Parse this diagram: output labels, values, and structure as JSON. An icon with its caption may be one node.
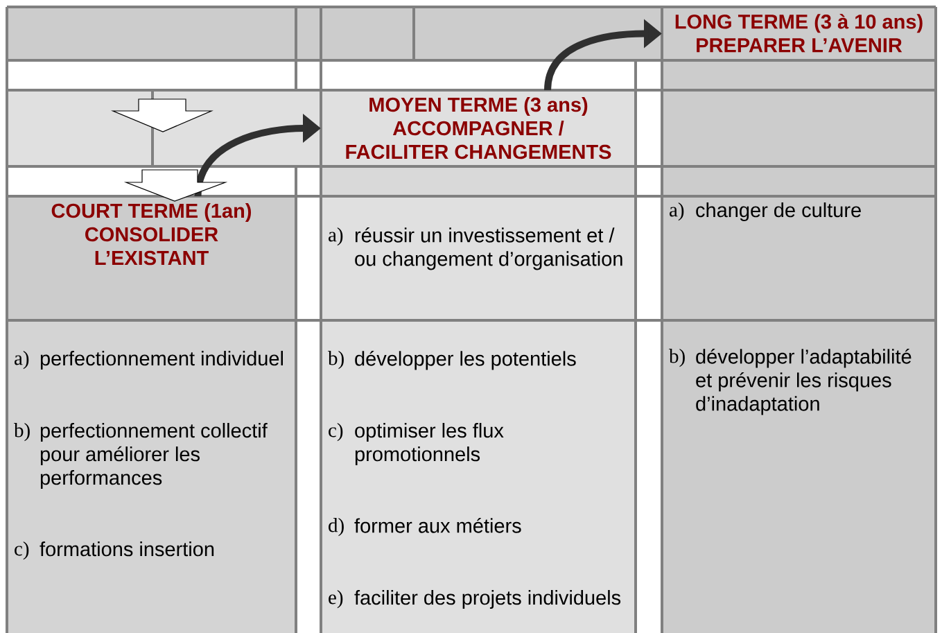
{
  "diagram": {
    "nodes": [
      {
        "text": [
          "LONG TERME (3 à 10 ans) PREPARER L’AVENIR"
        ]
      },
      {
        "text": [
          "MOYEN TERME (3 ans) ACCOMPAGNER / FACILITER CHANGEMENTS"
        ]
      },
      {
        "text": [
          "COURT TERME (1an) CONSOLIDER L’EXISTANT"
        ]
      },
      {
        "text": [
          "a)",
          "réussir un investissement et / ou changement d’organisation"
        ]
      },
      {
        "text": [
          "a)",
          "changer de culture"
        ]
      },
      {
        "text": [
          "a)",
          "perfectionnement individuel",
          "b)",
          "perfectionnement collectif pour améliorer les performances",
          "c)",
          "formations insertion"
        ]
      },
      {
        "text": [
          "b)",
          "développer les potentiels",
          "c)",
          "optimiser les flux promotionnels",
          "d)",
          "former aux métiers",
          "e)",
          "faciliter des projets individuels"
        ]
      },
      {
        "text": [
          "b)",
          "développer l’adaptabilité et prévenir les risques d’inadaptation"
        ]
      }
    ],
    "edges": [
      {
        "from": 2,
        "to": 1,
        "arrow": "to"
      },
      {
        "from": 1,
        "to": 0,
        "arrow": "to"
      }
    ]
  }
}
